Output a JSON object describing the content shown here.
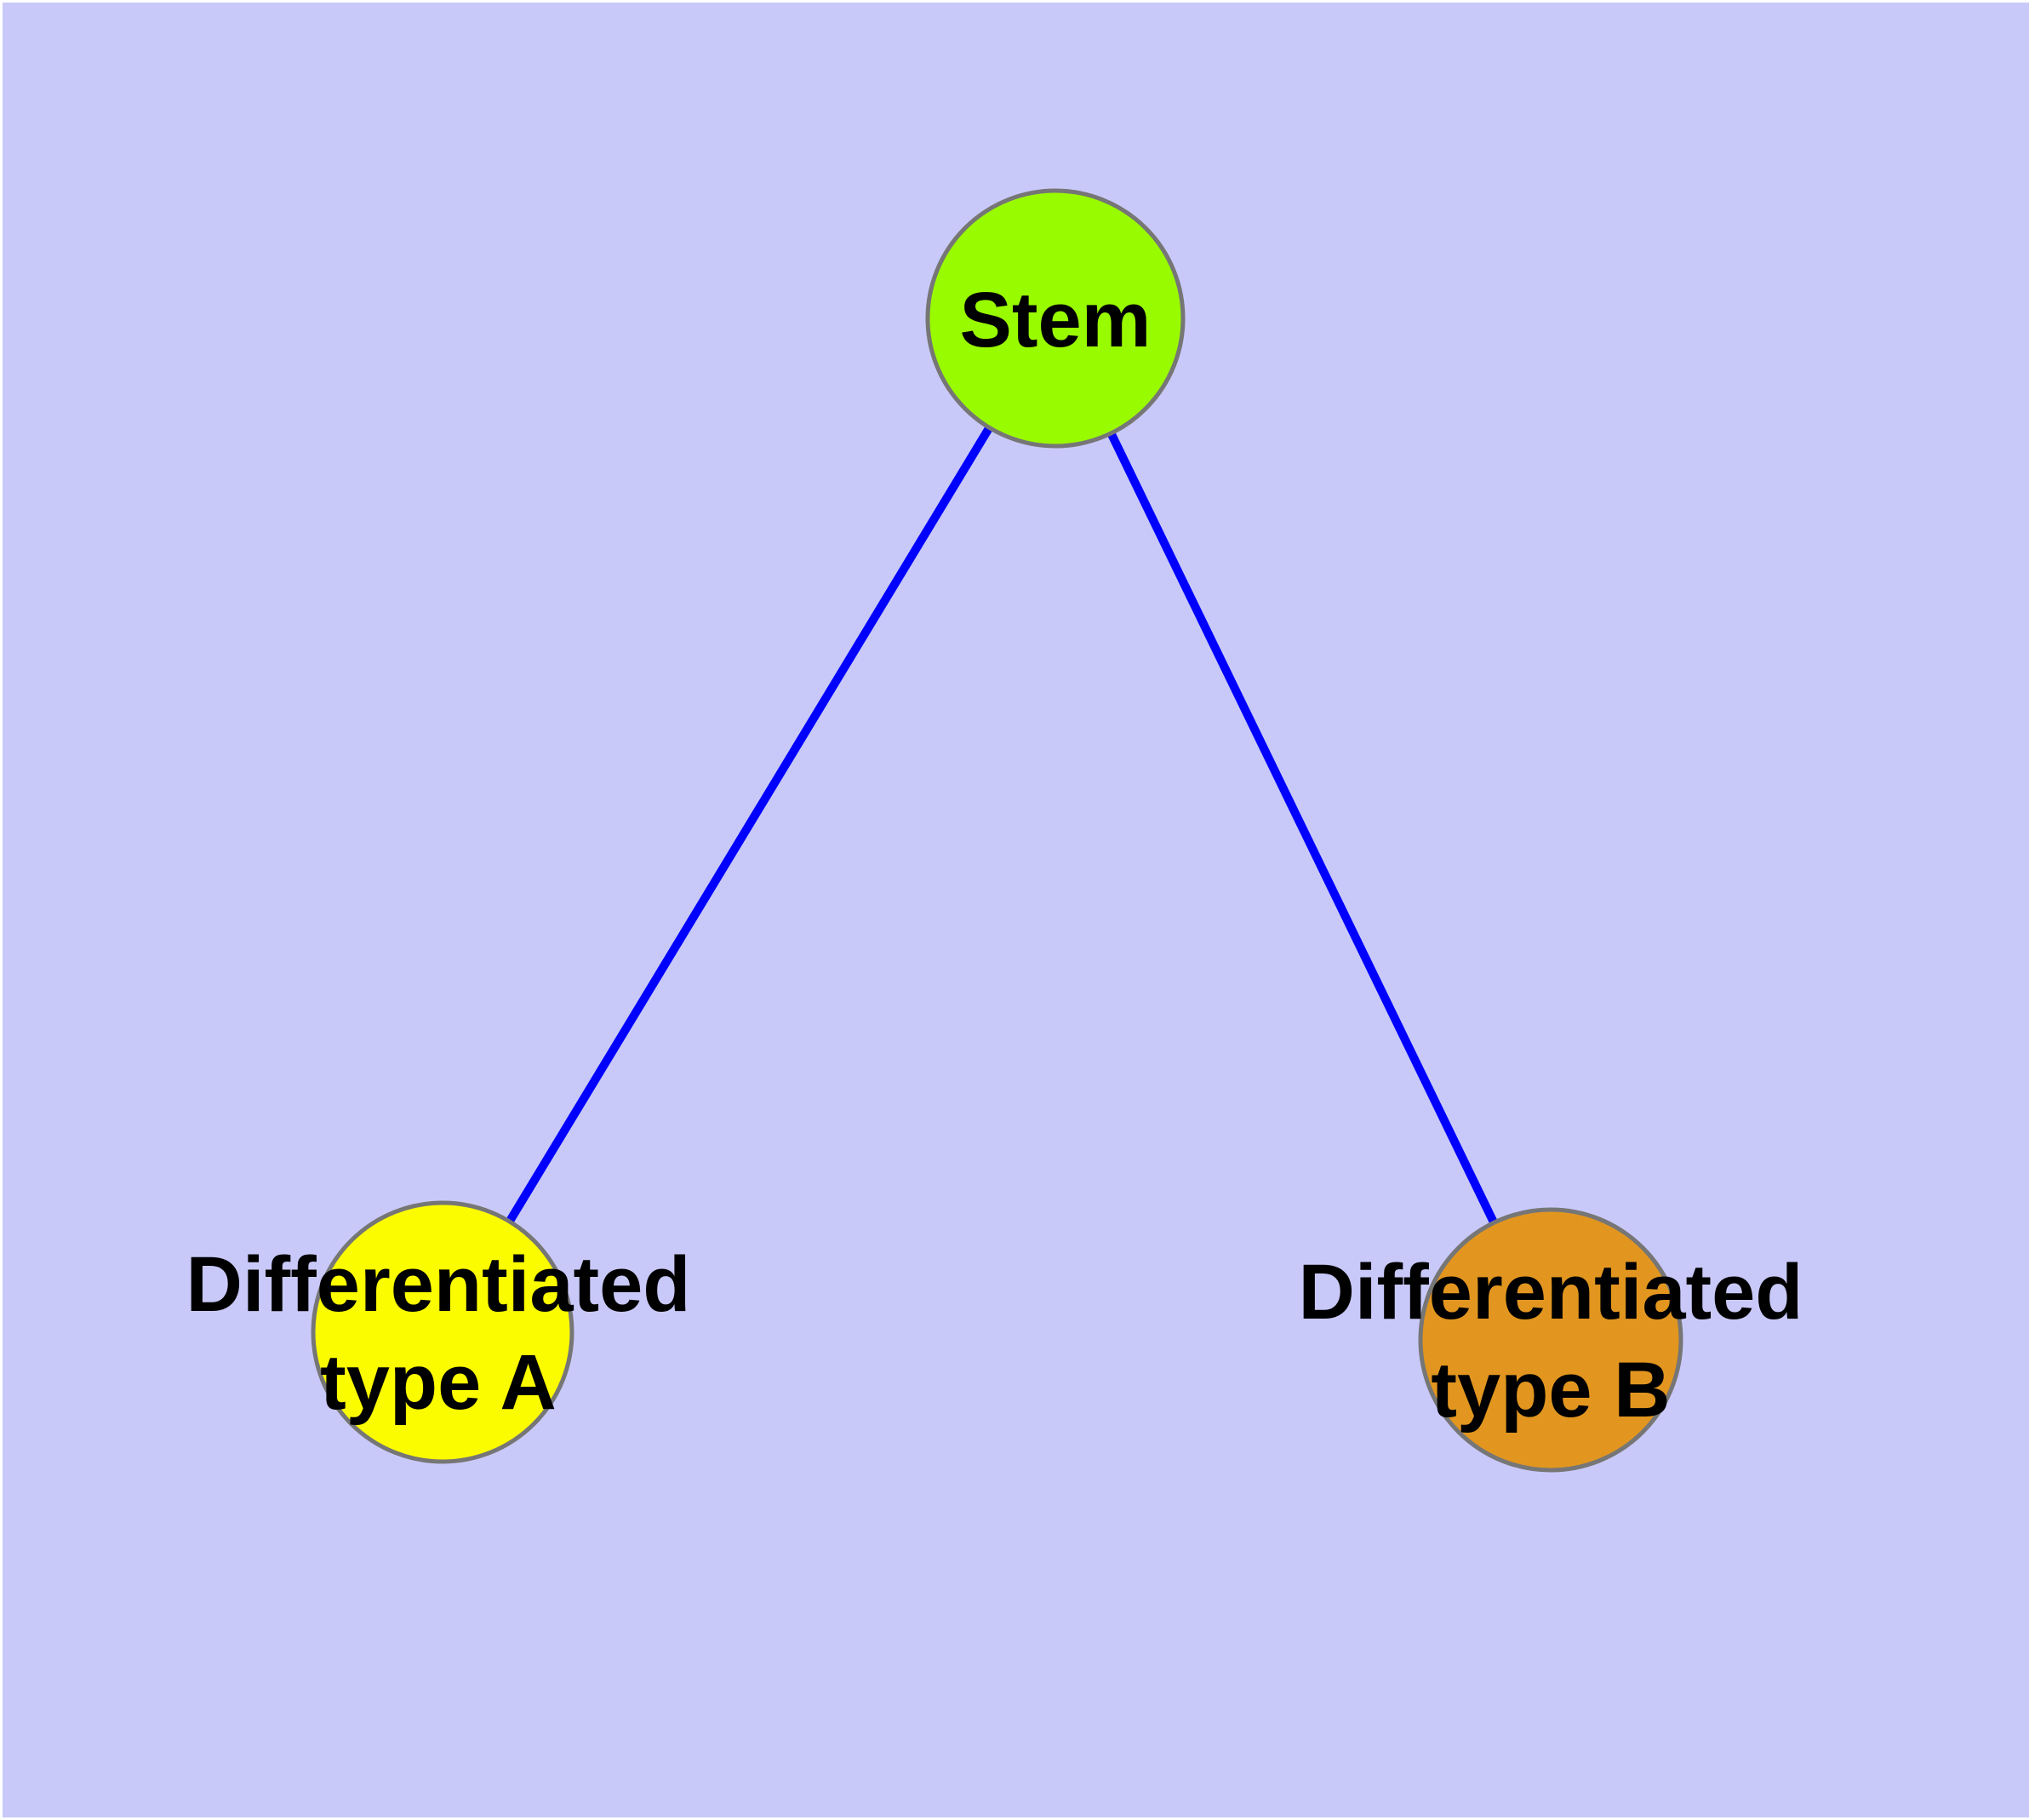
{
  "canvas": {
    "background_color": "#c9c9f9",
    "margin_color": "#ffffff"
  },
  "graph": {
    "type": "node-link-diagram",
    "edge_color": "#0000fe",
    "node_border_color": "#767676",
    "label_color": "#000000",
    "nodes": [
      {
        "id": "stem",
        "label": "Stem",
        "color": "#99fb00"
      },
      {
        "id": "typeA",
        "label_line1": "Differentiated",
        "label_line2": "type A",
        "color": "#fcfc00"
      },
      {
        "id": "typeB",
        "label_line1": "Differentiated",
        "label_line2": "type B",
        "color": "#e2961f"
      }
    ],
    "edges": [
      {
        "from": "stem",
        "to": "typeA"
      },
      {
        "from": "stem",
        "to": "typeB"
      }
    ]
  }
}
